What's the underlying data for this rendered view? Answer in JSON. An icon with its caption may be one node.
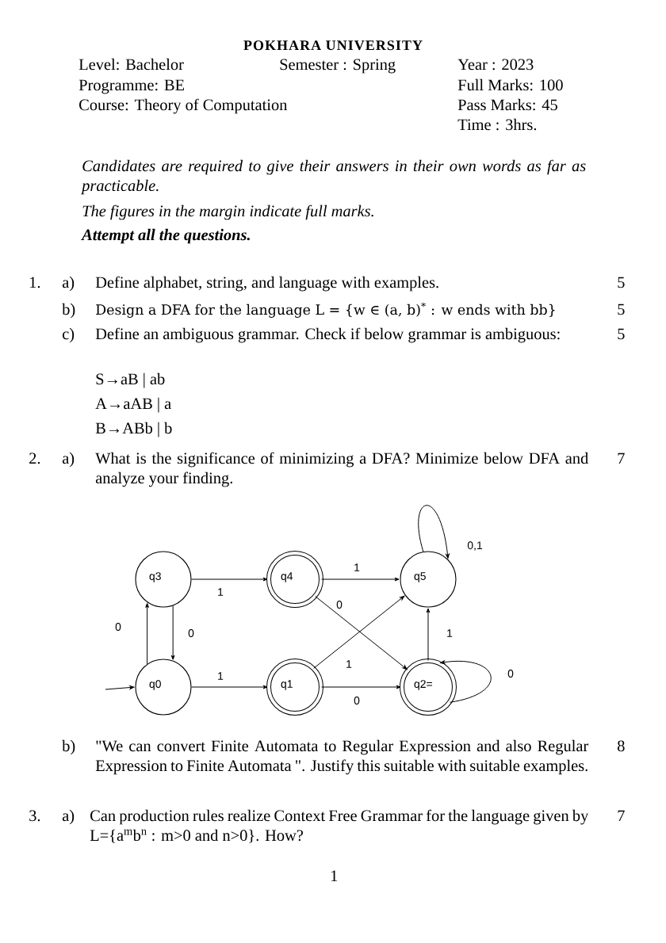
{
  "diagram": {
    "title": "POKHARA UNIVERSITY",
    "nodes": [
      {
        "text": [
          "q3"
        ]
      },
      {
        "text": [
          "q4"
        ]
      },
      {
        "text": [
          "q5"
        ]
      },
      {
        "text": [
          "q0"
        ]
      },
      {
        "text": [
          "q1"
        ]
      },
      {
        "text": [
          "q2="
        ]
      }
    ],
    "edges": [
      {
        "from": null,
        "to": 3,
        "arrow": "to"
      },
      {
        "from": 3,
        "to": 0,
        "arrow": "to",
        "label": "0"
      },
      {
        "from": 0,
        "to": 3,
        "arrow": "to",
        "label": "0"
      },
      {
        "from": 3,
        "to": 4,
        "arrow": "to",
        "label": "1"
      },
      {
        "from": 4,
        "to": 2,
        "arrow": "to",
        "label": "1"
      },
      {
        "from": 4,
        "to": 5,
        "arrow": "to",
        "label": "0"
      },
      {
        "from": 0,
        "to": 1,
        "arrow": "to",
        "label": "1"
      },
      {
        "from": 1,
        "to": 2,
        "arrow": "to",
        "label": "1"
      },
      {
        "from": 1,
        "to": 5,
        "arrow": "to",
        "label": "0"
      },
      {
        "from": 5,
        "to": 2,
        "arrow": "to",
        "label": "1"
      },
      {
        "from": 2,
        "to": 2,
        "arrow": "to",
        "label": "0,1"
      },
      {
        "from": 5,
        "to": 5,
        "arrow": "to",
        "label": "0"
      }
    ],
    "labels": [
      "Level: Bachelor",
      "Semester : Spring",
      "Year : 2023",
      "Programme: BE",
      "Full Marks: 100",
      "Course: Theory of Computation",
      "Pass Marks: 45",
      "Time : 3hrs.",
      "Candidates are required to give their answers in their own words as far as practicable.",
      "The figures in the margin indicate full marks.",
      "Attempt all the questions.",
      "1.",
      "a)",
      "Define alphabet, string, and language with examples.",
      "5",
      "b)",
      "Design a DFA for the language L = {w ∈ (a, b)$^{*}$ : w ends with bb}",
      "5",
      "c)",
      "Define an ambiguous grammar. Check if below grammar is ambiguous:",
      "5",
      "S→aB | ab",
      "A→aAB | a",
      "B→ABb | b",
      "2.",
      "a)",
      "What is the significance of minimizing a DFA? Minimize below DFA and analyze your finding.",
      "7",
      "b)",
      "\"We can convert Finite Automata to Regular Expression and also Regular Expression to Finite Automata \". Justify this suitable with suitable examples.",
      "8",
      "3.",
      "a)",
      "Can production rules realize Context Free Grammar for the language given by L={a$^{m}$b$^{n}$ : m>0 and n>0}. How?",
      "7",
      "1"
    ]
  }
}
